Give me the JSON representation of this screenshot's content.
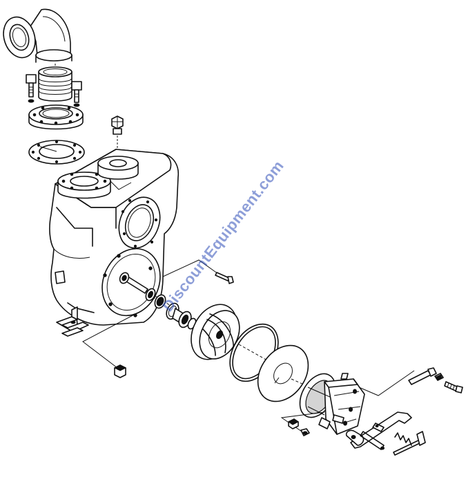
{
  "watermark": {
    "text": "DiscountEquipment.com",
    "color": "#2f4fb8"
  },
  "colors": {
    "line": "#111111",
    "background": "#ffffff"
  },
  "parts": [
    "elbow-fitting",
    "nipple",
    "flange-bolt",
    "suction-flange",
    "flange-gasket",
    "fill-plug",
    "pump-casing",
    "mounting-foot",
    "drain-plug",
    "shaft-seal",
    "impeller",
    "o-ring",
    "wear-plate",
    "engine-adapter",
    "adapter-bolt",
    "lifting-handle",
    "retaining-pin"
  ]
}
